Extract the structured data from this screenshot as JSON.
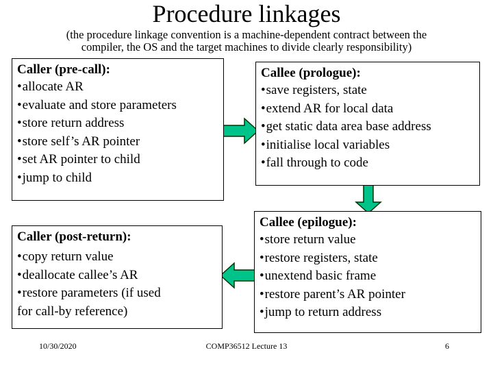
{
  "slide": {
    "title": "Procedure linkages",
    "subtitle_lines": [
      "(the procedure linkage convention is a machine-dependent contract between the",
      "compiler, the OS and the target machines to divide clearly responsibility)"
    ]
  },
  "colors": {
    "arrow_fill": "#00C38A",
    "arrow_stroke": "#003300",
    "box_border": "#000000",
    "background": "#FFFFFF",
    "text": "#000000"
  },
  "boxes": {
    "pre_call": {
      "title": "Caller (pre-call):",
      "items": [
        "allocate AR",
        "evaluate and store parameters",
        "store return address",
        "store self’s AR pointer",
        "set AR pointer to child",
        "jump to child"
      ]
    },
    "prologue": {
      "title": "Callee (prologue):",
      "items": [
        "save registers, state",
        "extend AR for local data",
        "get static data area base address",
        "initialise local variables",
        "fall through to code"
      ]
    },
    "post_return": {
      "title": "Caller (post-return):",
      "items": [
        "copy return value",
        "deallocate callee’s AR",
        "restore parameters (if used"
      ],
      "continuation": "for call-by reference)"
    },
    "epilogue": {
      "title": "Callee (epilogue):",
      "items": [
        "store return value",
        "restore registers, state",
        "unextend basic frame",
        "restore parent’s AR pointer",
        "jump to return address"
      ]
    }
  },
  "arrows": [
    {
      "name": "caller-to-callee",
      "direction": "right"
    },
    {
      "name": "prologue-to-epilogue",
      "direction": "down"
    },
    {
      "name": "callee-to-caller",
      "direction": "left"
    }
  ],
  "footer": {
    "date": "10/30/2020",
    "center": "COMP36512 Lecture 13",
    "page": "6"
  }
}
